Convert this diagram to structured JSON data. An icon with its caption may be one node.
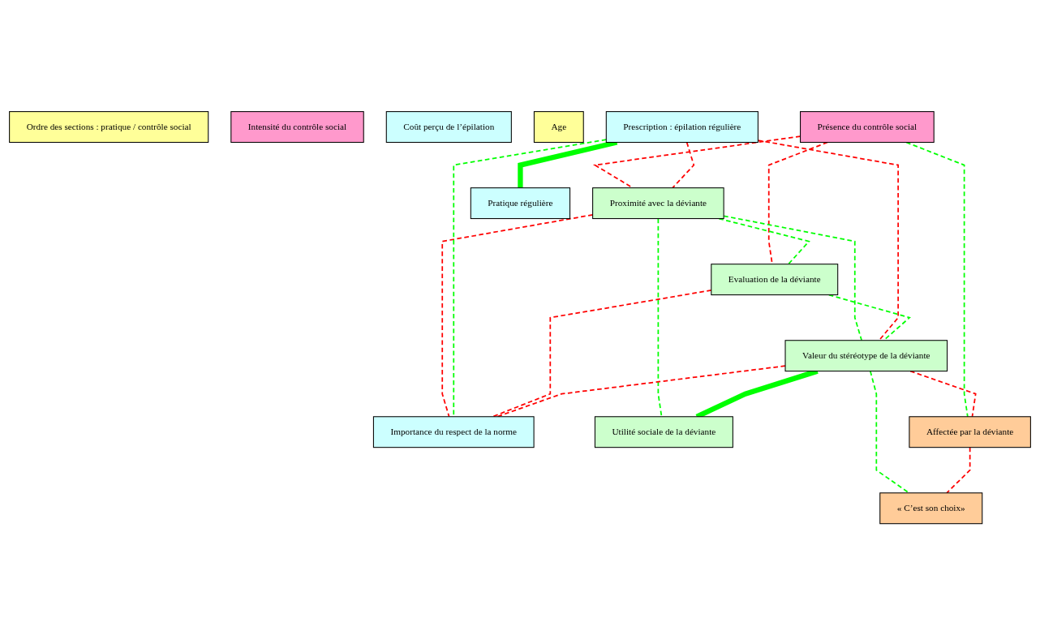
{
  "diagram": {
    "nodes": [
      {
        "text": [
          "Ordre des sections : pratique / contrôle social"
        ]
      },
      {
        "text": [
          "Proximité avec la déviante"
        ]
      },
      {
        "text": [
          "Prescription : épilation régulière"
        ]
      },
      {
        "text": [
          "Pratique régulière"
        ]
      },
      {
        "text": [
          "Intensité du contrôle social"
        ]
      },
      {
        "text": [
          "Coût perçu de l’épilation"
        ]
      },
      {
        "text": [
          "Présence du contrôle social"
        ]
      },
      {
        "text": [
          "Importance du respect de la norme"
        ]
      },
      {
        "text": [
          "Evaluation de la déviante"
        ]
      },
      {
        "text": [
          "Age"
        ]
      },
      {
        "text": [
          "Utilité sociale de la déviante"
        ]
      },
      {
        "text": [
          "Valeur du stéréotype de la déviante"
        ]
      },
      {
        "text": [
          "Affectée par la déviante"
        ]
      },
      {
        "text": [
          "« C’est son choix»"
        ]
      }
    ],
    "edges": [
      {
        "from": 6,
        "to": 1,
        "arrow": "none",
        "style": "dashed",
        "color": "#ff0000"
      },
      {
        "from": 6,
        "to": 8,
        "arrow": "none",
        "style": "dashed",
        "color": "#ff0000"
      },
      {
        "from": 6,
        "to": 12,
        "arrow": "none",
        "style": "dashed",
        "color": "#00ff00"
      },
      {
        "from": 2,
        "to": 1,
        "arrow": "none",
        "style": "dashed",
        "color": "#ff0000"
      },
      {
        "from": 1,
        "to": 7,
        "arrow": "none",
        "style": "dashed",
        "color": "#ff0000"
      },
      {
        "from": 1,
        "to": 8,
        "arrow": "none",
        "style": "dashed",
        "color": "#00ff00"
      },
      {
        "from": 1,
        "to": 11,
        "arrow": "none",
        "style": "dashed",
        "color": "#00ff00"
      },
      {
        "from": 1,
        "to": 10,
        "arrow": "none",
        "style": "dashed",
        "color": "#00ff00"
      },
      {
        "from": 2,
        "to": 3,
        "arrow": "none",
        "style": "thick",
        "color": "#00ff00"
      },
      {
        "from": 2,
        "to": 7,
        "arrow": "none",
        "style": "dashed",
        "color": "#00ff00"
      },
      {
        "from": 2,
        "to": 11,
        "arrow": "none",
        "style": "dashed",
        "color": "#ff0000"
      },
      {
        "from": 8,
        "to": 7,
        "arrow": "none",
        "style": "dashed",
        "color": "#ff0000"
      },
      {
        "from": 8,
        "to": 11,
        "arrow": "none",
        "style": "dashed",
        "color": "#00ff00"
      },
      {
        "from": 11,
        "to": 7,
        "arrow": "none",
        "style": "dashed",
        "color": "#ff0000"
      },
      {
        "from": 11,
        "to": 10,
        "arrow": "none",
        "style": "thick",
        "color": "#00ff00"
      },
      {
        "from": 11,
        "to": 12,
        "arrow": "none",
        "style": "dashed",
        "color": "#ff0000"
      },
      {
        "from": 11,
        "to": 13,
        "arrow": "none",
        "style": "dashed",
        "color": "#00ff00"
      },
      {
        "from": 12,
        "to": 13,
        "arrow": "none",
        "style": "dashed",
        "color": "#ff0000"
      }
    ]
  }
}
